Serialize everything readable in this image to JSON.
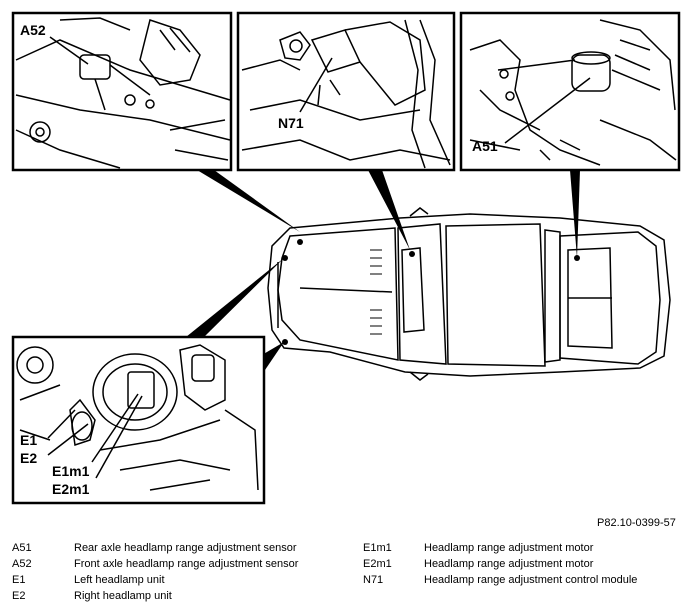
{
  "callouts": {
    "a52": "A52",
    "n71": "N71",
    "a51": "A51",
    "e1": "E1",
    "e2": "E2",
    "e1m1": "E1m1",
    "e2m1": "E2m1"
  },
  "figure_ref": "P82.10-0399-57",
  "legend": {
    "left": [
      {
        "code": "A51",
        "desc": "Rear axle headlamp range adjustment sensor"
      },
      {
        "code": "A52",
        "desc": "Front axle headlamp range adjustment sensor"
      },
      {
        "code": "E1",
        "desc": "Left headlamp unit"
      },
      {
        "code": "E2",
        "desc": "Right headlamp unit"
      }
    ],
    "right": [
      {
        "code": "E1m1",
        "desc": "Headlamp range adjustment motor"
      },
      {
        "code": "E2m1",
        "desc": "Headlamp range adjustment motor"
      },
      {
        "code": "N71",
        "desc": "Headlamp range adjustment control module"
      }
    ]
  }
}
